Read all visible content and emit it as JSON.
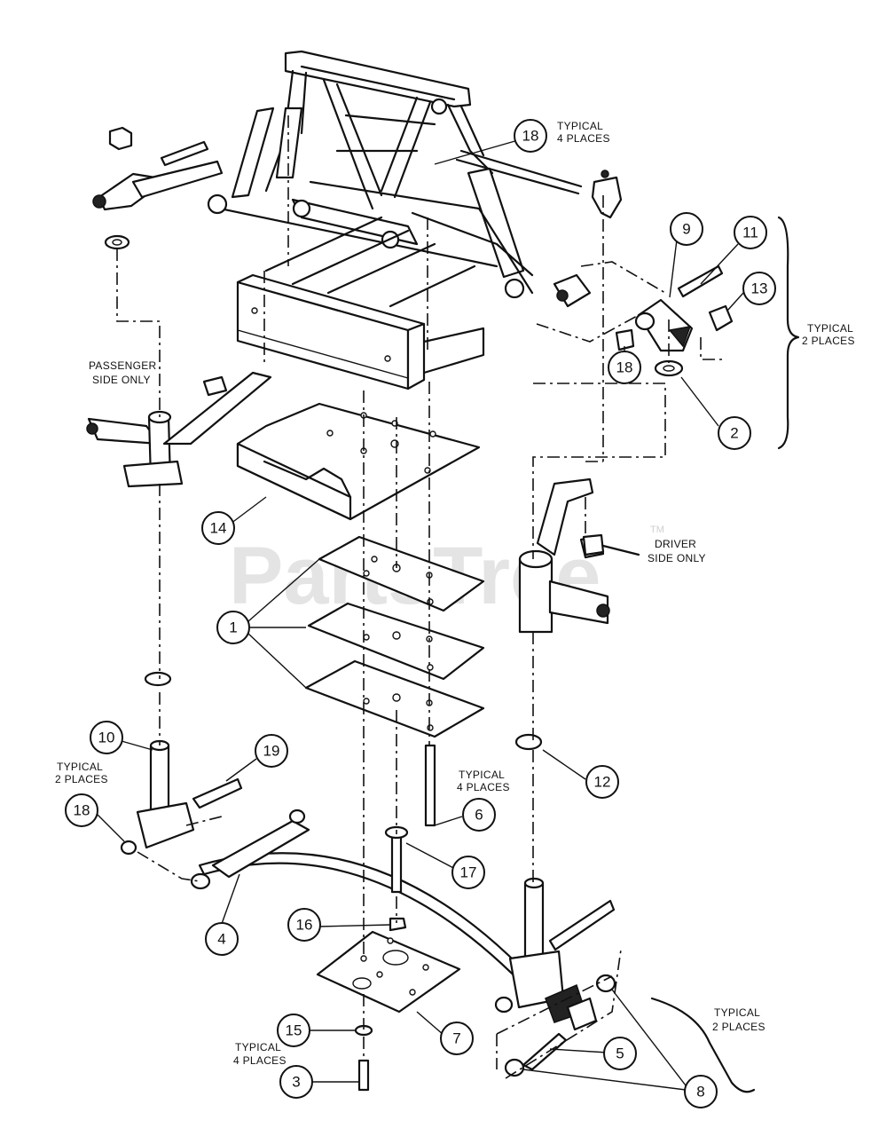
{
  "watermark": {
    "text": "PartsTree",
    "tm": "TM"
  },
  "callouts": [
    {
      "id": "c18a",
      "label": "18"
    },
    {
      "id": "c9",
      "label": "9"
    },
    {
      "id": "c11",
      "label": "11"
    },
    {
      "id": "c13",
      "label": "13"
    },
    {
      "id": "c18b",
      "label": "18"
    },
    {
      "id": "c2",
      "label": "2"
    },
    {
      "id": "c14",
      "label": "14"
    },
    {
      "id": "c1",
      "label": "1"
    },
    {
      "id": "c10",
      "label": "10"
    },
    {
      "id": "c19",
      "label": "19"
    },
    {
      "id": "c18c",
      "label": "18"
    },
    {
      "id": "c6",
      "label": "6"
    },
    {
      "id": "c12",
      "label": "12"
    },
    {
      "id": "c17",
      "label": "17"
    },
    {
      "id": "c4",
      "label": "4"
    },
    {
      "id": "c16",
      "label": "16"
    },
    {
      "id": "c7",
      "label": "7"
    },
    {
      "id": "c15",
      "label": "15"
    },
    {
      "id": "c3",
      "label": "3"
    },
    {
      "id": "c5",
      "label": "5"
    },
    {
      "id": "c8",
      "label": "8"
    }
  ],
  "notes": {
    "typical4_top_l1": "TYPICAL",
    "typical4_top_l2": "4 PLACES",
    "typical2_right_l1": "TYPICAL",
    "typical2_right_l2": "2 PLACES",
    "passenger_l1": "PASSENGER",
    "passenger_l2": "SIDE ONLY",
    "driver_l1": "DRIVER",
    "driver_l2": "SIDE ONLY",
    "typical2_left_l1": "TYPICAL",
    "typical2_left_l2": "2 PLACES",
    "typical4_mid_l1": "TYPICAL",
    "typical4_mid_l2": "4 PLACES",
    "typical4_bot_l1": "TYPICAL",
    "typical4_bot_l2": "4 PLACES",
    "typical2_bot_l1": "TYPICAL",
    "typical2_bot_l2": "2 PLACES"
  }
}
